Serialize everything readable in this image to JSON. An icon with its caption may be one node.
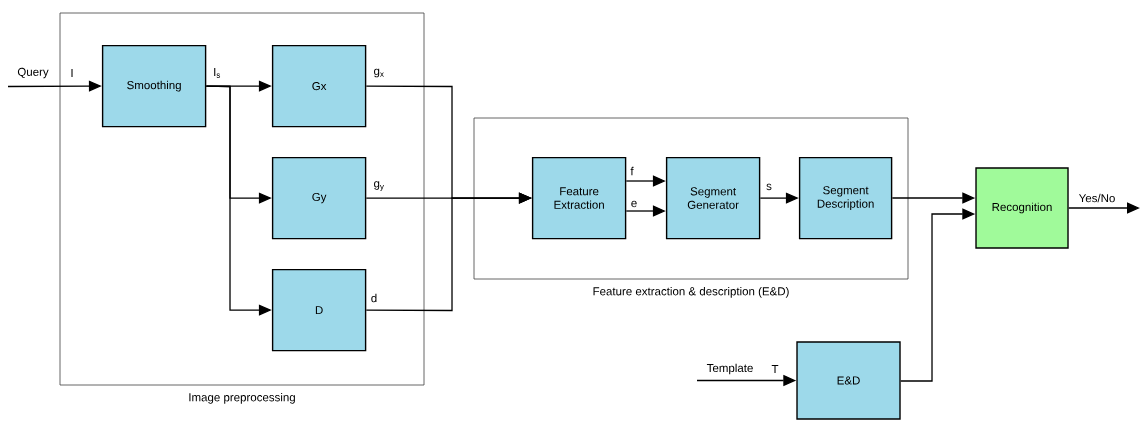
{
  "diagram": {
    "nodes": [
      {
        "text": [
          "Image preprocessing"
        ]
      },
      {
        "text": [
          "Smoothing"
        ],
        "in": 0
      },
      {
        "text": [
          "Gx"
        ],
        "in": 0
      },
      {
        "text": [
          "Gy"
        ],
        "in": 0
      },
      {
        "text": [
          "D"
        ],
        "in": 0
      },
      {
        "text": [
          "Feature extraction & description (E&D)"
        ]
      },
      {
        "text": [
          "Feature Extraction"
        ],
        "in": 5
      },
      {
        "text": [
          "Segment Generator"
        ],
        "in": 5
      },
      {
        "text": [
          "Segment Description"
        ],
        "in": 5
      },
      {
        "text": [
          "Recognition"
        ]
      },
      {
        "text": [
          "E&D"
        ]
      }
    ],
    "edges": [
      {
        "from": null,
        "to": 1,
        "arrow": "to",
        "label": "I"
      },
      {
        "from": 1,
        "to": 2,
        "arrow": "to",
        "label": "I$_{s}$"
      },
      {
        "from": 1,
        "to": 3,
        "arrow": "to"
      },
      {
        "from": 1,
        "to": 4,
        "arrow": "to"
      },
      {
        "from": 2,
        "to": 6,
        "arrow": "to",
        "label": "g$_{x}$"
      },
      {
        "from": 3,
        "to": 6,
        "arrow": "to",
        "label": "g$_{y}$"
      },
      {
        "from": 4,
        "to": 6,
        "arrow": "to",
        "label": "d"
      },
      {
        "from": 6,
        "to": 7,
        "arrow": "to",
        "label": "f"
      },
      {
        "from": 6,
        "to": 7,
        "arrow": "to",
        "label": "e"
      },
      {
        "from": 7,
        "to": 8,
        "arrow": "to",
        "label": "s"
      },
      {
        "from": 8,
        "to": 9,
        "arrow": "to"
      },
      {
        "from": 10,
        "to": 9,
        "arrow": "to"
      },
      {
        "from": 9,
        "to": null,
        "arrow": "to",
        "label": "Yes/No"
      },
      {
        "from": null,
        "to": 10,
        "arrow": "to",
        "label": "T"
      }
    ],
    "labels": [
      "Query",
      "Template"
    ]
  }
}
